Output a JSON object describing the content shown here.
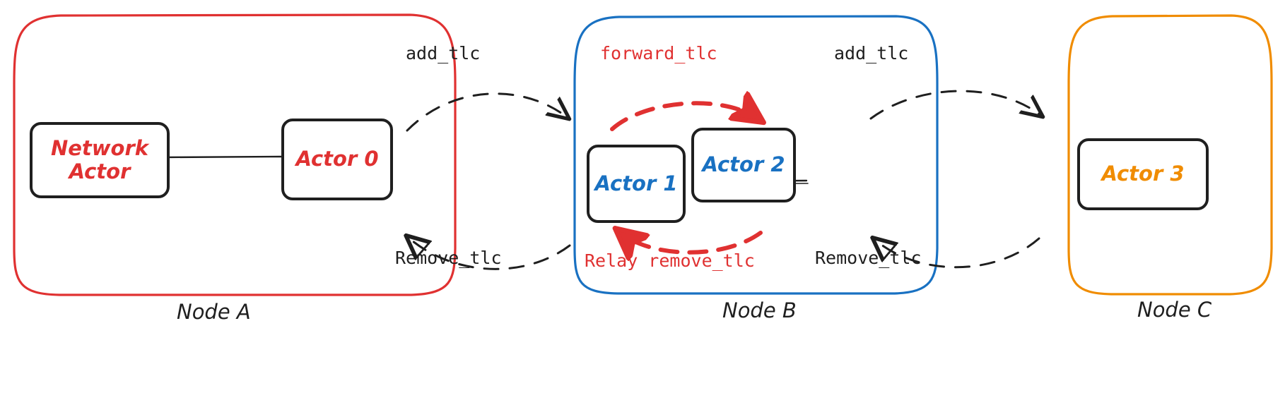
{
  "diagram": {
    "title": "TLC relay flow across nodes",
    "background": "#ffffff",
    "colors": {
      "node_a": "#e03131",
      "node_b": "#1971c2",
      "node_c": "#f08c00",
      "actor_border": "#1f1f1f",
      "edge_black": "#1f1f1f",
      "edge_red": "#e03131",
      "text_dark": "#1f1f1f"
    }
  },
  "nodes": [
    {
      "id": "node-a",
      "label": "Node A",
      "color": "#e03131"
    },
    {
      "id": "node-b",
      "label": "Node B",
      "color": "#1971c2"
    },
    {
      "id": "node-c",
      "label": "Node C",
      "color": "#f08c00"
    }
  ],
  "actors": [
    {
      "id": "network-actor",
      "label": "Network\nActor",
      "label_line1": "Network",
      "label_line2": "Actor",
      "color": "#e03131",
      "node": "Node A"
    },
    {
      "id": "actor-0",
      "label": "Actor 0",
      "color": "#e03131",
      "node": "Node A"
    },
    {
      "id": "actor-1",
      "label": "Actor 1",
      "color": "#1971c2",
      "node": "Node B"
    },
    {
      "id": "actor-2",
      "label": "Actor 2",
      "color": "#1971c2",
      "node": "Node B"
    },
    {
      "id": "actor-3",
      "label": "Actor 3",
      "color": "#f08c00",
      "node": "Node C"
    }
  ],
  "edges": [
    {
      "id": "edge-add-tlc-ab",
      "label": "add_tlc",
      "style": "dashed",
      "color": "#1f1f1f",
      "from": "Actor 0",
      "to": "Actor 1"
    },
    {
      "id": "edge-remove-tlc-ba",
      "label": "Remove_tlc",
      "style": "dashed",
      "color": "#1f1f1f",
      "from": "Actor 1",
      "to": "Actor 0"
    },
    {
      "id": "edge-forward-tlc",
      "label": "forward_tlc",
      "style": "dashed",
      "color": "#e03131",
      "from": "Actor 1",
      "to": "Actor 2"
    },
    {
      "id": "edge-relay-remove-tlc",
      "label": "Relay remove_tlc",
      "style": "dashed",
      "color": "#e03131",
      "from": "Actor 2",
      "to": "Actor 1"
    },
    {
      "id": "edge-add-tlc-bc",
      "label": "add_tlc",
      "style": "dashed",
      "color": "#1f1f1f",
      "from": "Actor 2",
      "to": "Actor 3"
    },
    {
      "id": "edge-remove-tlc-cb",
      "label": "Remove_tlc",
      "style": "dashed",
      "color": "#1f1f1f",
      "from": "Actor 3",
      "to": "Actor 2"
    },
    {
      "id": "edge-network-actor-actor0",
      "label": "",
      "style": "solid",
      "color": "#1f1f1f",
      "from": "Network Actor",
      "to": "Actor 0"
    },
    {
      "id": "edge-actor1-actor2",
      "label": "",
      "style": "solid",
      "color": "#1f1f1f",
      "from": "Actor 1",
      "to": "Actor 2"
    }
  ],
  "labels": {
    "add_tlc_ab": "add_tlc",
    "remove_tlc_ba": "Remove_tlc",
    "forward_tlc": "forward_tlc",
    "relay_remove_tlc": "Relay remove_tlc",
    "add_tlc_bc": "add_tlc",
    "remove_tlc_cb": "Remove_tlc"
  }
}
